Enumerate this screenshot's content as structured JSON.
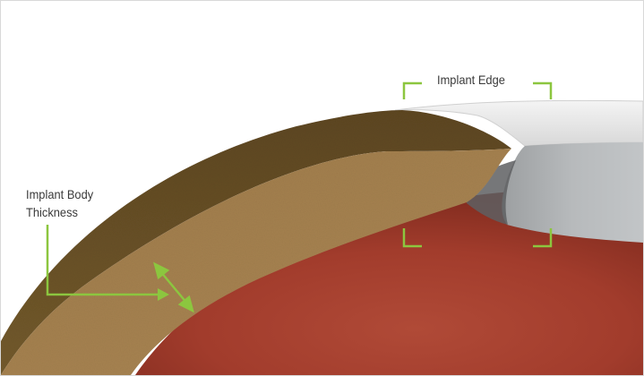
{
  "labels": {
    "implant_edge": "Implant Edge",
    "implant_body_thickness": [
      "Implant Body",
      "Thickness"
    ]
  },
  "colors": {
    "callout_green": "#8cc63f",
    "tissue_red": "#a23c2c",
    "implant_surface_brown": "#6b5327",
    "implant_cut_tan": "#a4804f",
    "implant_edge_gray": "#b5b8ba",
    "text": "#3a3a3a"
  }
}
